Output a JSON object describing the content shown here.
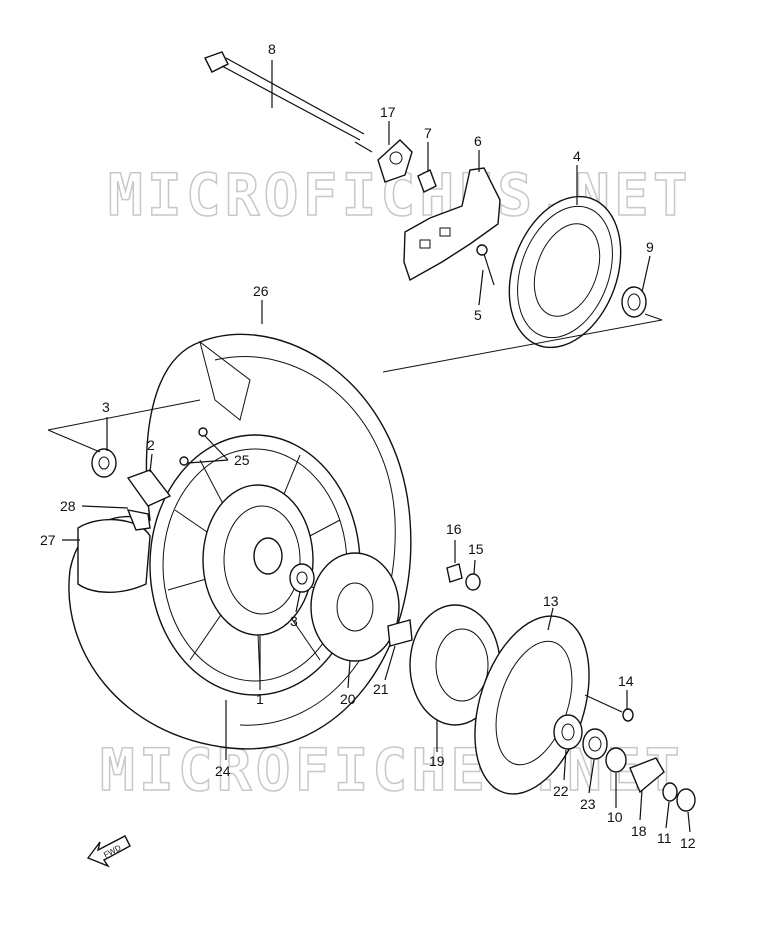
{
  "watermark": "MICROFICHES.NET",
  "fwd_label": "FWD",
  "callouts": {
    "c1": "1",
    "c2": "2",
    "c3a": "3",
    "c3b": "3",
    "c4": "4",
    "c5": "5",
    "c6": "6",
    "c7": "7",
    "c8": "8",
    "c9": "9",
    "c10": "10",
    "c11": "11",
    "c12": "12",
    "c13": "13",
    "c14": "14",
    "c15": "15",
    "c16": "16",
    "c17": "17",
    "c18": "18",
    "c19": "19",
    "c20": "20",
    "c21": "21",
    "c22": "22",
    "c23": "23",
    "c24": "24",
    "c25": "25",
    "c26": "26",
    "c27": "27",
    "c28": "28"
  }
}
